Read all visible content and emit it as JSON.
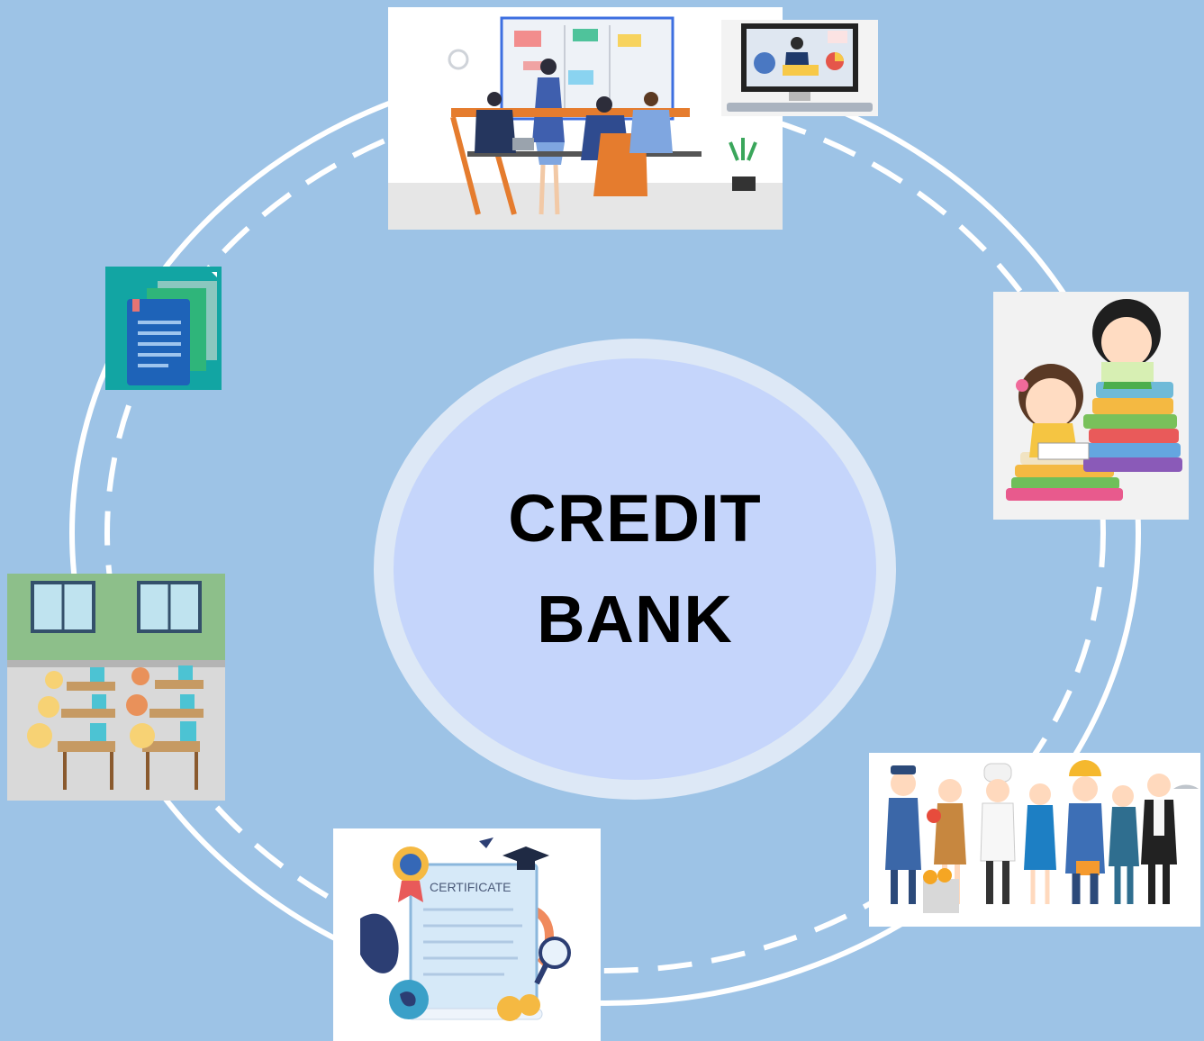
{
  "diagram": {
    "center": {
      "line1": "CREDIT",
      "line2": "BANK"
    },
    "tiles": {
      "meeting": {
        "icon": "office-meeting-illustration"
      },
      "computer": {
        "icon": "video-conference-monitor-illustration"
      },
      "documents": {
        "icon": "documents-icon"
      },
      "kids_reading": {
        "icon": "children-reading-books-illustration"
      },
      "classroom": {
        "icon": "computer-classroom-illustration"
      },
      "certificate": {
        "icon": "certificate-illustration",
        "label": "CERTIFICATE"
      },
      "workers": {
        "icon": "professions-group-illustration"
      }
    },
    "colors": {
      "background": "#9dc3e6",
      "center_fill": "#c5d5fb",
      "center_ring": "#dde8f6",
      "ring": "#ffffff"
    }
  }
}
